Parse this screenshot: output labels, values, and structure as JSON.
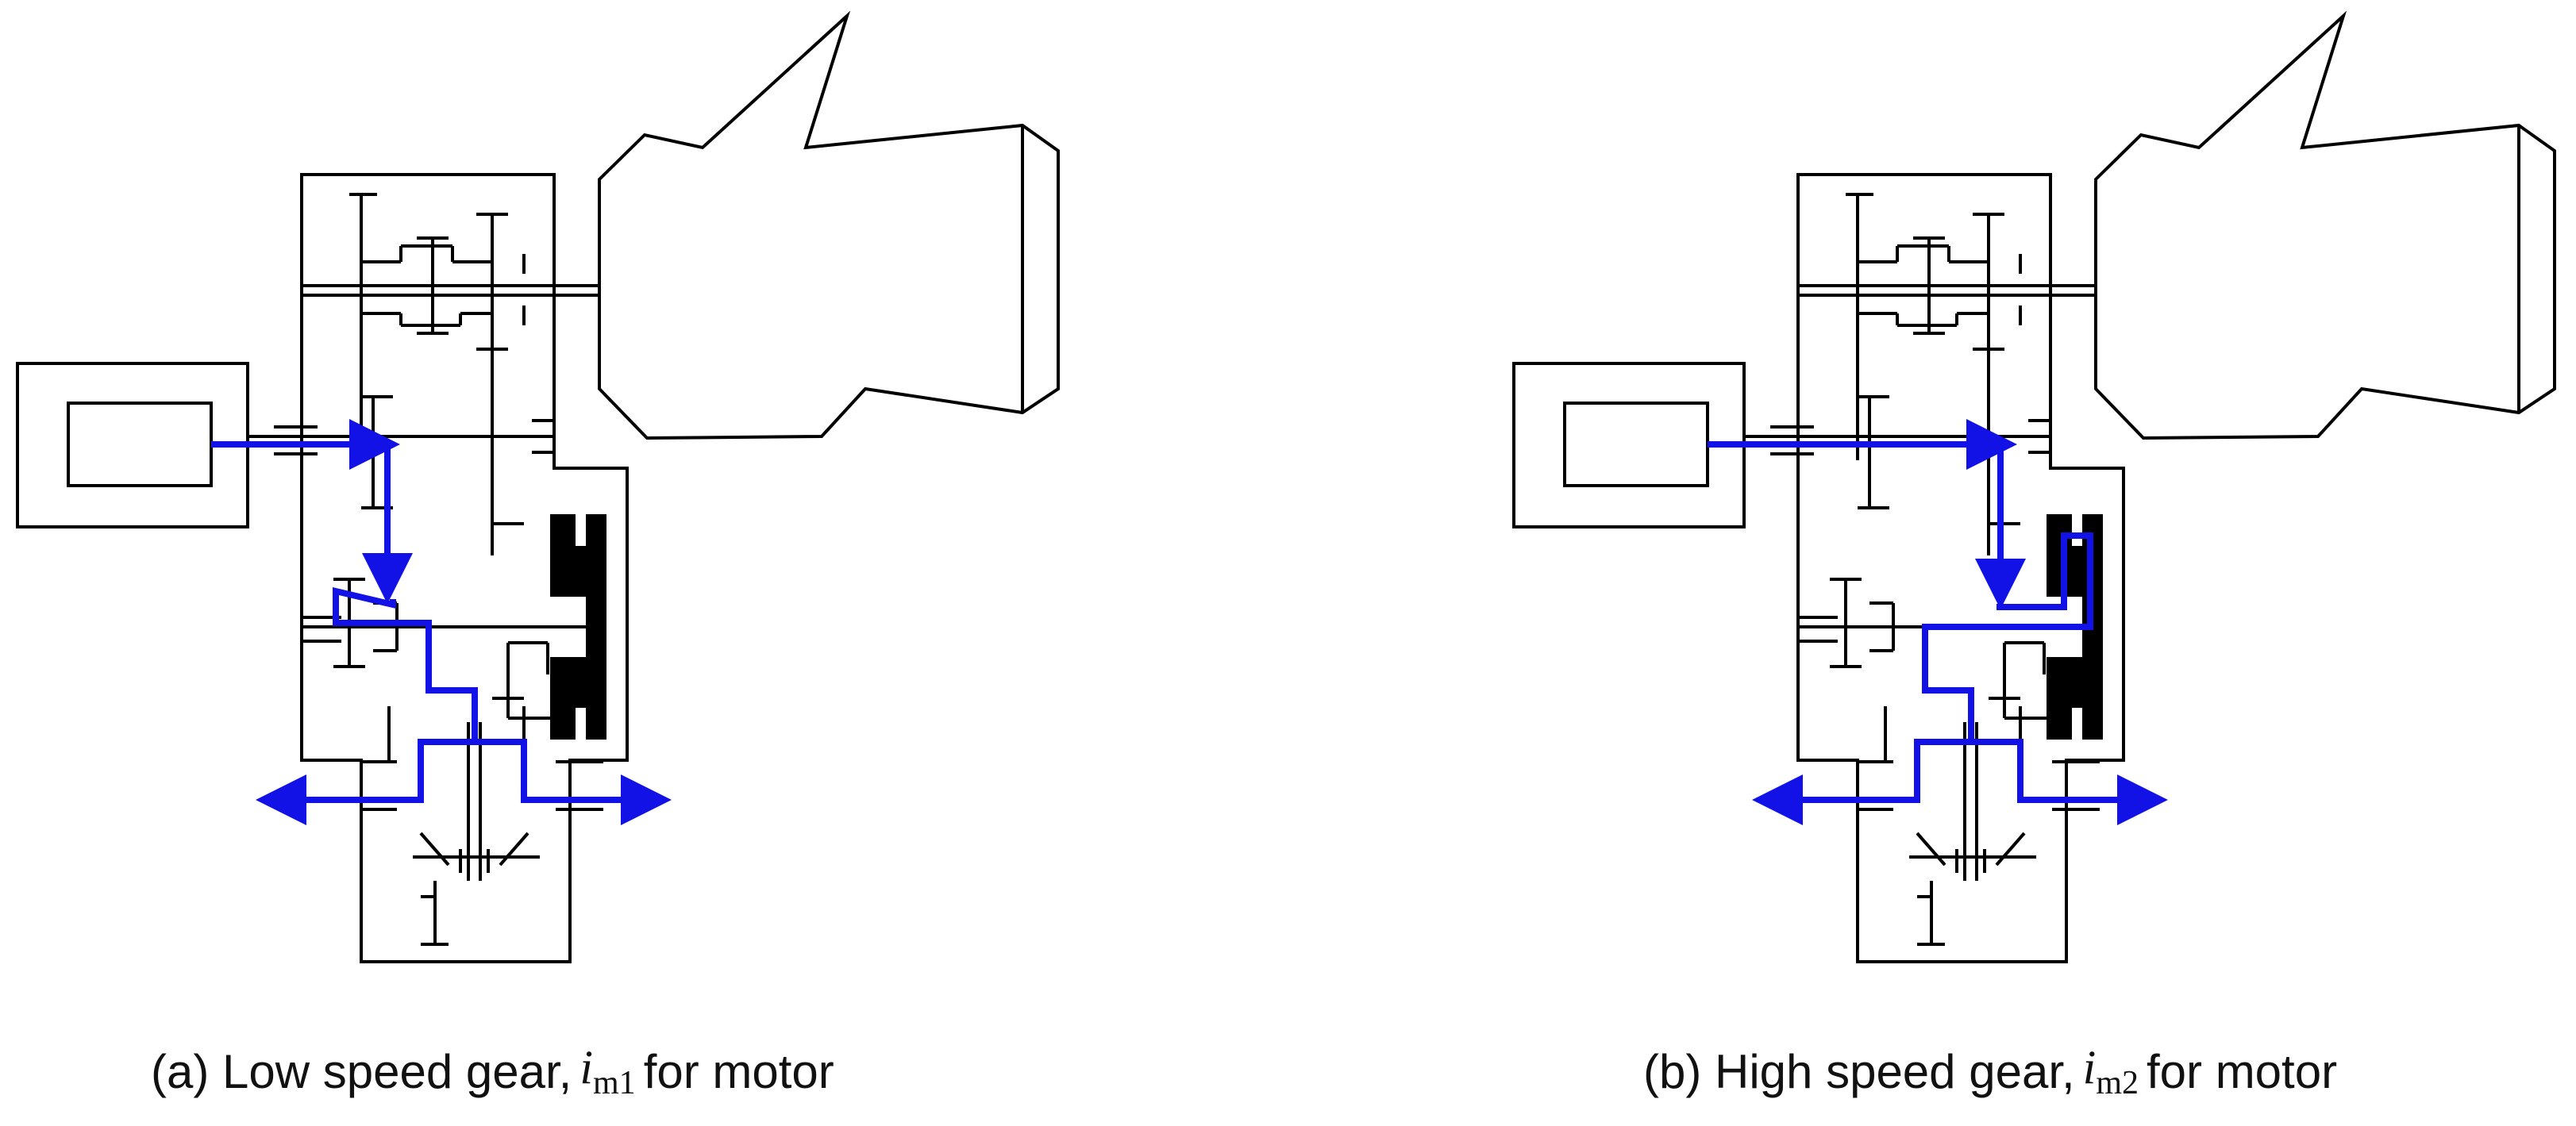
{
  "captions": {
    "a": {
      "prefix": "(a) Low speed gear, ",
      "math_base": "i",
      "math_sub": "m1",
      "suffix": " for motor"
    },
    "b": {
      "prefix": "(b) High speed gear, ",
      "math_base": "i",
      "math_sub": "m2",
      "suffix": " for motor"
    }
  },
  "colors": {
    "line": "#000000",
    "power_flow": "#1212e6",
    "clutch": "#000000"
  },
  "panels": [
    {
      "id": "a",
      "mode": "low-speed"
    },
    {
      "id": "b",
      "mode": "high-speed"
    }
  ]
}
